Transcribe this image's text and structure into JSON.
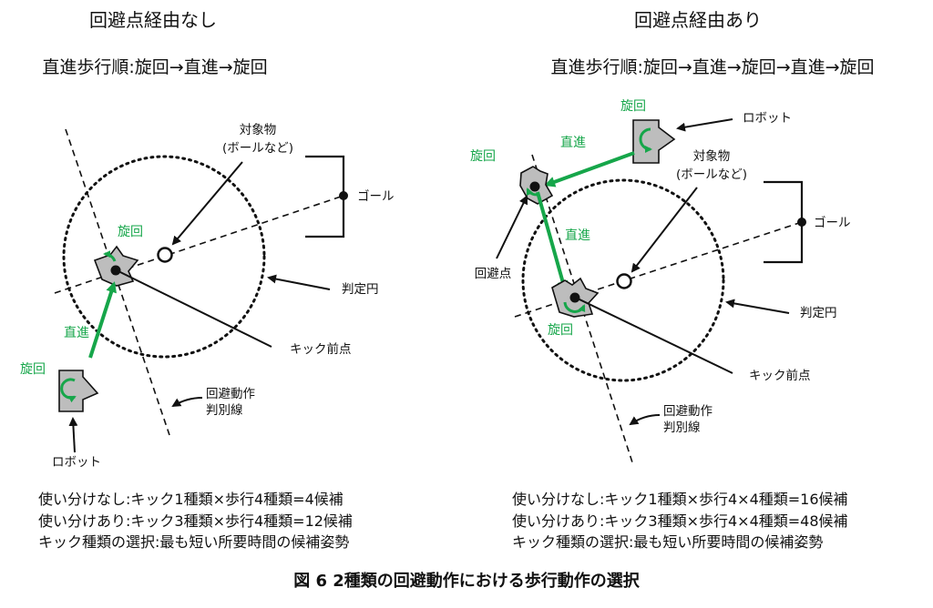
{
  "left": {
    "title": "回避点経由なし",
    "sequence": "直進歩行順:旋回→直進→旋回",
    "labels": {
      "target_line1": "対象物",
      "target_line2": "(ボールなど)",
      "goal": "ゴール",
      "turn_top": "旋回",
      "straight": "直進",
      "turn_bottom": "旋回",
      "judge_circle": "判定円",
      "pre_kick": "キック前点",
      "avoid_line1": "回避動作",
      "avoid_line2": "判別線",
      "robot": "ロボット"
    },
    "notes": [
      "使い分けなし:キック1種類×歩行4種類=4候補",
      "使い分けあり:キック3種類×歩行4種類=12候補",
      "キック種類の選択:最も短い所要時間の候補姿勢"
    ]
  },
  "right": {
    "title": "回避点経由あり",
    "sequence": "直進歩行順:旋回→直進→旋回→直進→旋回",
    "labels": {
      "turn_top": "旋回",
      "robot": "ロボット",
      "straight_top": "直進",
      "turn_left": "旋回",
      "target_line1": "対象物",
      "target_line2": "(ボールなど)",
      "goal": "ゴール",
      "straight_mid": "直進",
      "avoid_point": "回避点",
      "turn_bottom": "旋回",
      "judge_circle": "判定円",
      "pre_kick": "キック前点",
      "avoid_line1": "回避動作",
      "avoid_line2": "判別線"
    },
    "notes": [
      "使い分けなし:キック1種類×歩行4×4種類=16候補",
      "使い分けあり:キック3種類×歩行4×4種類=48候補",
      "キック種類の選択:最も短い所要時間の候補姿勢"
    ]
  },
  "caption": "図 6 2種類の回避動作における歩行動作の選択",
  "colors": {
    "path": "#16a64a",
    "robot_fill": "#bdbdbd",
    "line": "#111111"
  }
}
